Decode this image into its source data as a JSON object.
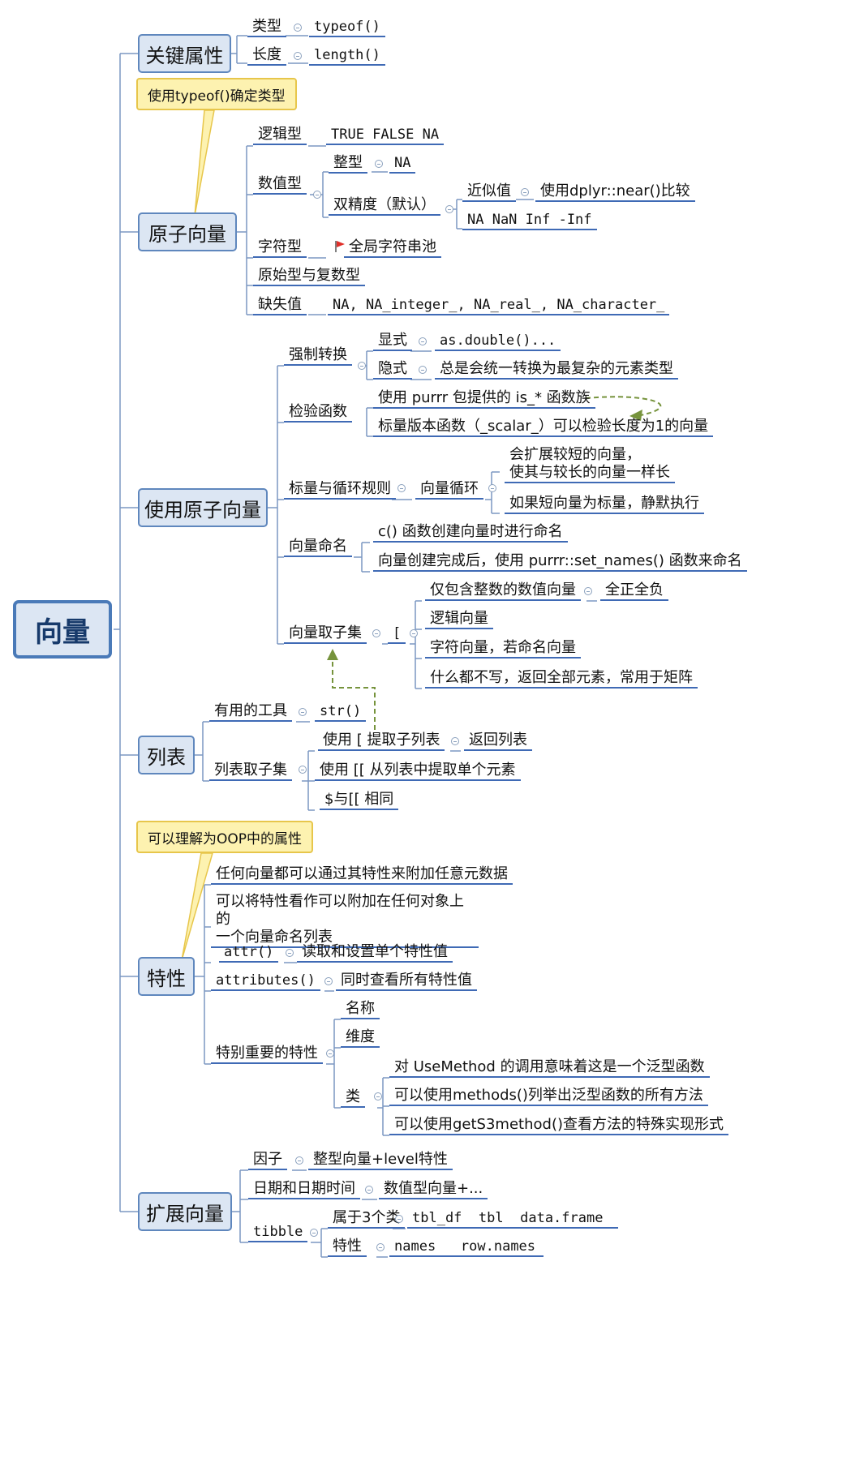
{
  "root": "向量",
  "attr_group": {
    "title": "关键属性",
    "type_label": "类型",
    "type_value": "typeof()",
    "length_label": "长度",
    "length_value": "length()"
  },
  "atomic": {
    "callout": "使用typeof()确定类型",
    "title": "原子向量",
    "logical": "逻辑型",
    "logical_values": "TRUE FALSE NA",
    "numeric": "数值型",
    "integer": "整型",
    "integer_na": "NA",
    "double": "双精度（默认）",
    "approx": "近似值",
    "approx_how": "使用dplyr::near()比较",
    "special_values": "NA NaN Inf -Inf",
    "character": "字符型",
    "string_pool": "全局字符串池",
    "raw_complex": "原始型与复数型",
    "missing": "缺失值",
    "missing_values": "NA, NA_integer_, NA_real_, NA_character_"
  },
  "using": {
    "title": "使用原子向量",
    "coercion": "强制转换",
    "explicit": "显式",
    "explicit_fn": "as.double()...",
    "implicit": "隐式",
    "implicit_desc": "总是会统一转换为最复杂的元素类型",
    "check": "检验函数",
    "check_purrr": "使用 purrr 包提供的 is_* 函数族",
    "check_scalar": "标量版本函数（_scalar_）可以检验长度为1的向量",
    "recycling": "标量与循环规则",
    "vector_recycling": "向量循环",
    "recycle_desc_1": "会扩展较短的向量，",
    "recycle_desc_2": "使其与较长的向量一样长",
    "recycle_silent": "如果短向量为标量，静默执行",
    "naming": "向量命名",
    "naming_c": "c() 函数创建向量时进行命名",
    "naming_set": "向量创建完成后，使用 purrr::set_names() 函数来命名",
    "subsetting": "向量取子集",
    "bracket": "[",
    "sub_int": "仅包含整数的数值向量",
    "sub_int_rule": "全正全负",
    "sub_logical": "逻辑向量",
    "sub_char": "字符向量，若命名向量",
    "sub_empty": "什么都不写，返回全部元素，常用于矩阵"
  },
  "list": {
    "title": "列表",
    "tools": "有用的工具",
    "str": "str()",
    "subsetting": "列表取子集",
    "single_bracket": "使用 [ 提取子列表",
    "returns_list": "返回列表",
    "double_bracket": "使用 [[ 从列表中提取单个元素",
    "dollar": "$与[[ 相同"
  },
  "attributes": {
    "callout": "可以理解为OOP中的属性",
    "title": "特性",
    "any_vector": "任何向量都可以通过其特性来附加任意元数据",
    "named_list_1": "可以将特性看作可以附加在任何对象上的",
    "named_list_2": "一个向量命名列表",
    "attr_fn": "attr()",
    "attr_desc": "读取和设置单个特性值",
    "attributes_fn": "attributes()",
    "attributes_desc": "同时查看所有特性值",
    "important": "特别重要的特性",
    "names": "名称",
    "dims": "维度",
    "class": "类",
    "class_usemethod": "对 UseMethod 的调用意味着这是一个泛型函数",
    "class_methods": "可以使用methods()列举出泛型函数的所有方法",
    "class_gets3": "可以使用getS3method()查看方法的特殊实现形式"
  },
  "augmented": {
    "title": "扩展向量",
    "factor": "因子",
    "factor_desc": "整型向量+level特性",
    "dates": "日期和日期时间",
    "dates_desc": "数值型向量+...",
    "tibble": "tibble",
    "classes3": "属于3个类",
    "tbl_df": "tbl_df",
    "tbl": "tbl",
    "data_frame": "data.frame",
    "traits": "特性",
    "names": "names",
    "row_names": "row.names"
  },
  "colors": {
    "line": "#7b97c2",
    "underline": "#3f6ab5",
    "main_fill": "#dce6f3",
    "callout_fill": "#fdf2b0",
    "relation": "#76933c",
    "flag": "#e0302a"
  },
  "icons": [
    "flag-icon",
    "collapse-icon"
  ]
}
